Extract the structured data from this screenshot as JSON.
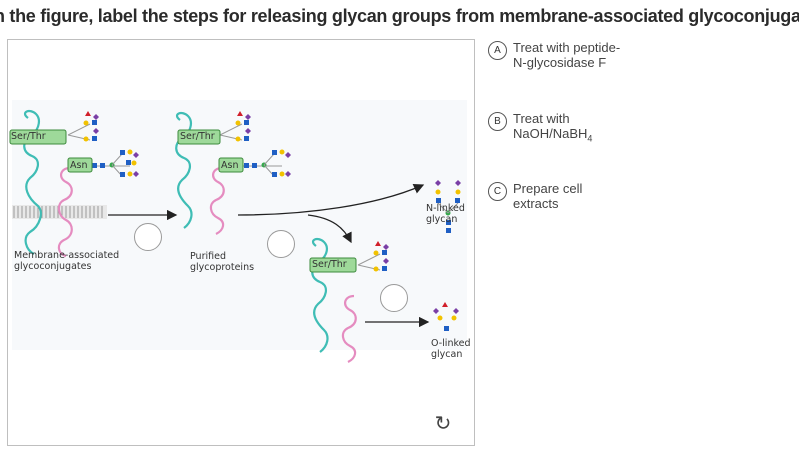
{
  "question": "n the figure, label the steps for releasing glycan groups from membrane-associated glycoconjugates.",
  "diagram": {
    "labels": {
      "ser_thr": "Ser/Thr",
      "asn": "Asn",
      "membrane_associated": "Membrane-associated glycoconjugates",
      "purified": "Purified glycoproteins",
      "n_linked": "N-linked glycan",
      "o_linked": "O-linked glycan"
    },
    "drop_targets": 3,
    "reset_icon": "reset-icon"
  },
  "options": [
    {
      "badge": "A",
      "text": "Treat with peptide-N-glycosidase F"
    },
    {
      "badge": "B",
      "text": "Treat with NaOH/NaBH",
      "sub": "4"
    },
    {
      "badge": "C",
      "text": "Prepare cell extracts"
    }
  ],
  "colors": {
    "peptide_green": "#9ed99a",
    "peptide_border": "#3c8a3c",
    "strand_teal": "#3fbdb5",
    "strand_pink": "#e58cc0",
    "glcnac_blue": "#1f5fc4",
    "mannose_green": "#33a84a",
    "galactose_yellow": "#f2c200",
    "sialic_purple": "#7a3fa6",
    "fucose_red": "#d11f2a",
    "membrane_gray": "#b5b5b5"
  }
}
